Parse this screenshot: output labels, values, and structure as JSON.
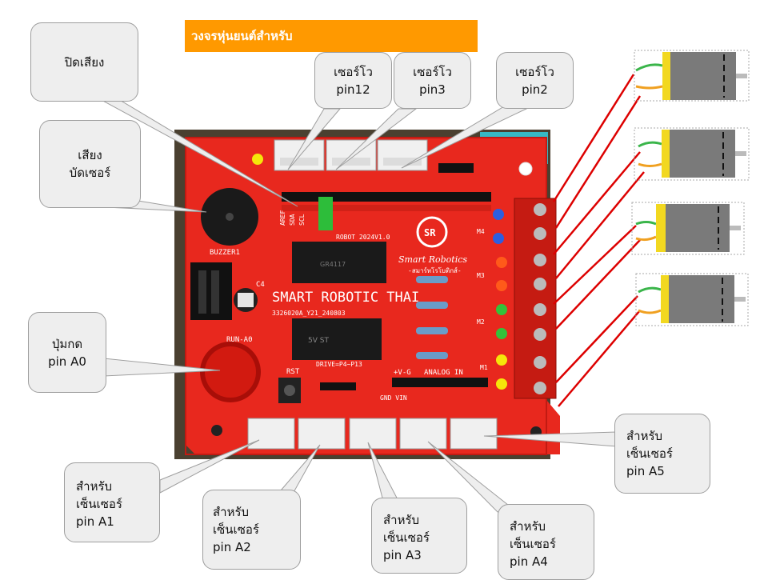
{
  "title": "วงจรหุ่นยนต์สำหรับ",
  "callouts": {
    "mute": "ปิดเสียง",
    "buzzer": "เสียง\nบัดเซอร์",
    "servo12": "เซอร์โว\npin12",
    "servo3": "เซอร์โว\npin3",
    "servo2": "เซอร์โว\npin2",
    "button": "ปุ่มกด\npin A0",
    "sensor_a1": "สำหรับ\nเซ็นเซอร์\n    pin A1",
    "sensor_a2": "สำหรับ\nเซ็นเซอร์\n    pin A2",
    "sensor_a3": "สำหรับ\nเซ็นเซอร์\n    pin A3",
    "sensor_a4": "สำหรับ\nเซ็นเซอร์\n    pin A4",
    "sensor_a5": "สำหรับ\nเซ็นเซอร์\n    pin A5"
  },
  "board": {
    "name": "SMART ROBOTIC THAI",
    "serial": "3326020A_Y21_240803",
    "version": "ROBOT 2024V1.0",
    "brand": "Smart Robotics",
    "brand_sub": "-สมาร์ทโรโบติกส์-",
    "logo": "SR",
    "buzzer_label": "BUZZER1",
    "run_label": "RUN-A0",
    "rst_label": "RST",
    "analog_label": "ANALOG IN",
    "power_label": "+V-G",
    "gnd_vin": "GND VIN",
    "motor_labels": [
      "M4",
      "M3",
      "M2",
      "M1"
    ],
    "header_labels": [
      "AREF",
      "SDA",
      "SCL"
    ],
    "cap_label": "C4",
    "drive_label": "DRIVE=P4~P13",
    "chip1_text": "GR4117",
    "chip2_text": "5V  ST"
  },
  "colors": {
    "title_bg": "#ff9900",
    "pcb": "#e8281e",
    "callout_bg": "#eeeeee",
    "motor_wire": "#dd0000",
    "motor_body": "#7a7a7a",
    "motor_cap": "#f2d820"
  }
}
